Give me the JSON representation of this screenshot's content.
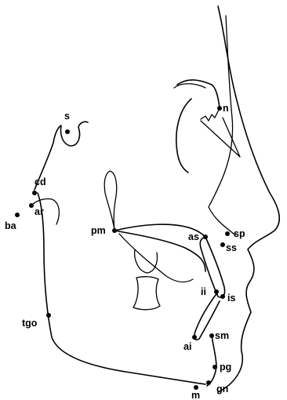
{
  "diagram": {
    "line_color": "#000000",
    "background": "#ffffff",
    "landmarks": [
      {
        "id": "s",
        "label": "s"
      },
      {
        "id": "n",
        "label": "n"
      },
      {
        "id": "cd",
        "label": "cd"
      },
      {
        "id": "ar",
        "label": "ar"
      },
      {
        "id": "ba",
        "label": "ba"
      },
      {
        "id": "pm",
        "label": "pm"
      },
      {
        "id": "as",
        "label": "as"
      },
      {
        "id": "sp",
        "label": "sp"
      },
      {
        "id": "ss",
        "label": "ss"
      },
      {
        "id": "ii",
        "label": "ii"
      },
      {
        "id": "is",
        "label": "is"
      },
      {
        "id": "tgo",
        "label": "tgo"
      },
      {
        "id": "sm",
        "label": "sm"
      },
      {
        "id": "ai",
        "label": "ai"
      },
      {
        "id": "pg",
        "label": "pg"
      },
      {
        "id": "gn",
        "label": "gn"
      },
      {
        "id": "m",
        "label": "m"
      }
    ]
  }
}
